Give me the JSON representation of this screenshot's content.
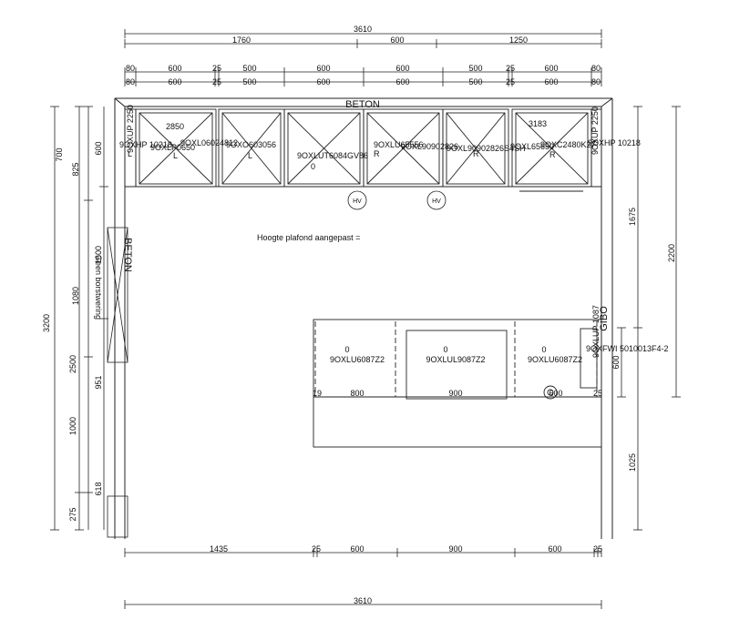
{
  "dims_top": {
    "overall": "3610",
    "row2": [
      "1760",
      "600",
      "1250"
    ],
    "row3": [
      "80",
      "600",
      "25",
      "500",
      "600",
      "600",
      "500",
      "25",
      "600",
      "80"
    ],
    "row4": [
      "80",
      "600",
      "25",
      "500",
      "600",
      "600",
      "500",
      "25",
      "600",
      "80"
    ]
  },
  "dims_bottom": {
    "row1": [
      "1435",
      "25",
      "600",
      "900",
      "600",
      "25"
    ],
    "overall": "3610"
  },
  "dims_left": {
    "outer": "3200",
    "col2": [
      "2500",
      "275"
    ],
    "col3": [
      "700",
      "1080",
      "1000",
      "275"
    ],
    "col3_top": "825",
    "inner": [
      "600",
      "1600",
      "951",
      "618"
    ]
  },
  "dims_right": {
    "outer": "2200",
    "col2": [
      "1675",
      "1025"
    ],
    "inner": "600"
  },
  "walls": {
    "top": "BETON",
    "left": "BETON",
    "right": "GIBO"
  },
  "wall_units": [
    {
      "code": "9OXHP 10218",
      "side": "L"
    },
    {
      "code": "9OXLP0650",
      "side": "L"
    },
    {
      "code": "9OXL06024812"
    },
    {
      "code": "9OXO603056",
      "side": "L"
    },
    {
      "code": "9OXLUT6084GV86",
      "side": "0"
    },
    {
      "code": "9OXLU65556",
      "side": "R"
    },
    {
      "code": "9OXL90902826"
    },
    {
      "code": "9OXL90902826S4SH"
    },
    {
      "code": "9OXL65650",
      "side": "R"
    },
    {
      "code": "9OXC2480K27",
      "side": "R"
    },
    {
      "code": "9OXHP 10218"
    }
  ],
  "wall_unit_numbers": [
    "2850",
    "3183"
  ],
  "vertical_labels": {
    "top_left": "9OXUP 2250",
    "top_right": "9OXUP 2250",
    "left_note": "Geen borstwering",
    "right_tall": "9OXLUP 1087",
    "right_fridge": "9OXFWI 5010013F4-2"
  },
  "symbols": [
    "HV",
    "HV"
  ],
  "note": "Hoogte plafond aangepast =",
  "island": {
    "units": [
      {
        "num": "0",
        "code": "9OXLU6087Z2"
      },
      {
        "num": "0",
        "code": "9OXLUL9087Z2"
      },
      {
        "num": "0",
        "code": "9OXLU6087Z2"
      }
    ],
    "dims": [
      "19",
      "800",
      "900",
      "600",
      "25"
    ]
  }
}
